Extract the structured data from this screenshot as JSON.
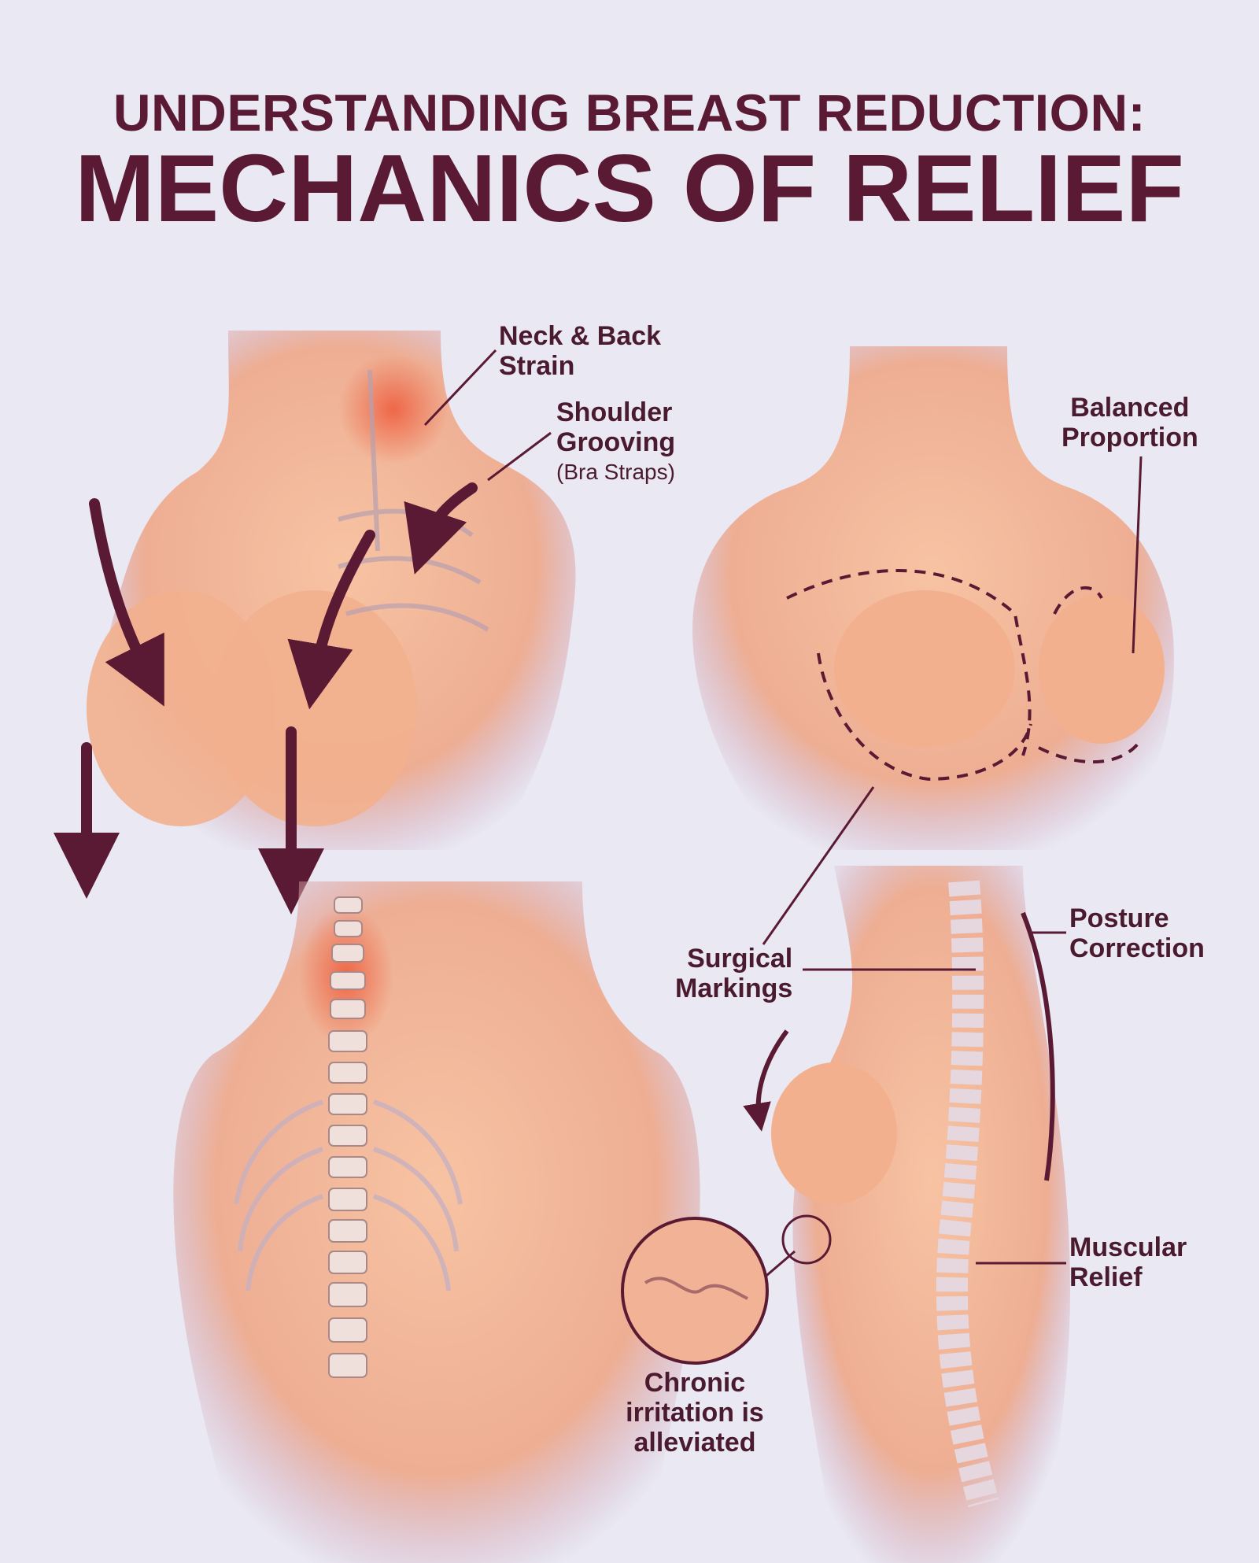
{
  "title": {
    "line1": "UNDERSTANDING BREAST REDUCTION:",
    "line2": "MECHANICS OF RELIEF"
  },
  "labels": {
    "neck_back": [
      "Neck & Back",
      "Strain"
    ],
    "shoulder": [
      "Shoulder",
      "Grooving",
      "(Bra Straps)"
    ],
    "balanced": [
      "Balanced",
      "Proportion"
    ],
    "posture": [
      "Posture",
      "Correction"
    ],
    "surgical": [
      "Surgical",
      "Markings"
    ],
    "muscular": [
      "Muscular",
      "Relief"
    ],
    "chronic": [
      "Chronic",
      "irritation is",
      "alleviated"
    ]
  },
  "colors": {
    "background": "#e9e8f3",
    "title": "#5a1a33",
    "skin": "#f3b493",
    "strain": "#e8553a",
    "arrow": "#5a1a33"
  }
}
